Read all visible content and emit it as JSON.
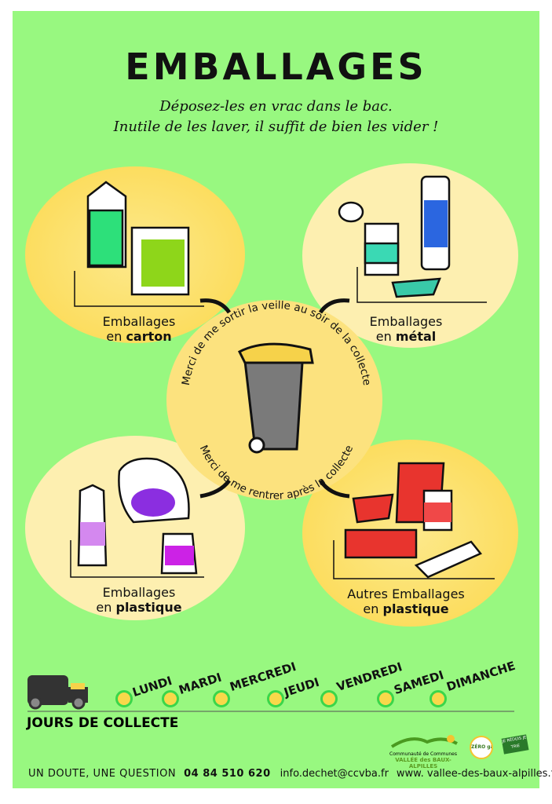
{
  "title": "EMBALLAGES",
  "subtitle_1": "Déposez-les en vrac dans le bac.",
  "subtitle_2": "Inutile de les laver, il suffit de bien les vider !",
  "categories": [
    {
      "line1": "Emballages",
      "line2_pre": "en ",
      "line2_bold": "carton"
    },
    {
      "line1": "Emballages",
      "line2_pre": "en ",
      "line2_bold": "métal"
    },
    {
      "line1": "Emballages",
      "line2_pre": "en ",
      "line2_bold": "plastique"
    },
    {
      "line1": "Autres Emballages",
      "line2_pre": "en ",
      "line2_bold": "plastique"
    }
  ],
  "center": {
    "top_text": "Merci de me sortir la veille au soir de la collecte",
    "bottom_text": "Merci de me rentrer après la collecte"
  },
  "days": [
    "LUNDI",
    "MARDI",
    "MERCREDI",
    "JEUDI",
    "VENDREDI",
    "SAMEDI",
    "DIMANCHE"
  ],
  "collection_title": "JOURS DE COLLECTE",
  "logo": {
    "line1": "Communauté de Communes",
    "line2": "VALLÉE des BAUX-ALPILLES",
    "badge1": "ZÉRO gaspi",
    "badge2": "JE RÉDUIS JE TRIE"
  },
  "footer": {
    "question": "UN DOUTE, UNE QUESTION",
    "phone": "04 84 510 620",
    "email": "info.dechet@ccvba.fr",
    "website": "www. vallee-des-baux-alpilles.fr"
  },
  "colors": {
    "background": "#98f880",
    "yellow": "#fbdc5a",
    "pale": "#fdefb0"
  }
}
